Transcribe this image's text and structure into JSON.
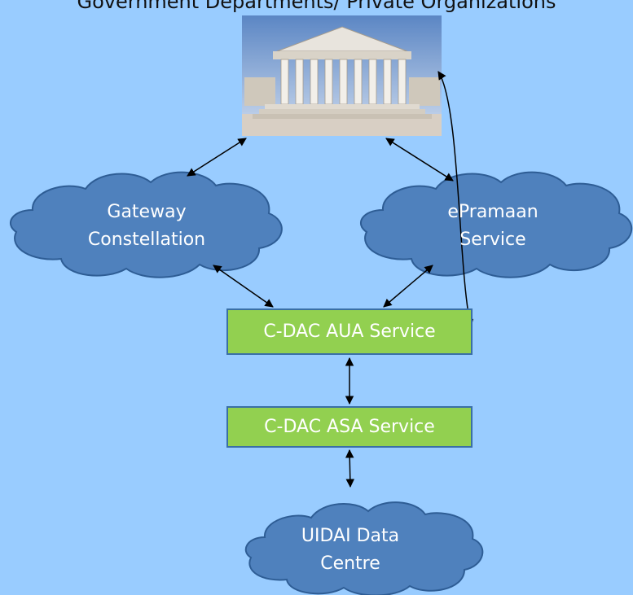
{
  "header": {
    "title": "Government Departments/ Private Organizations"
  },
  "nodes": {
    "gateway": {
      "line1": "Gateway",
      "line2": "Constellation"
    },
    "epramaan": {
      "line1": "ePramaan",
      "line2": "Service"
    },
    "aua": {
      "label": "C-DAC AUA Service"
    },
    "asa": {
      "label": "C-DAC ASA Service"
    },
    "uidai": {
      "line1": "UIDAI Data",
      "line2": "Centre"
    }
  },
  "image": {
    "description": "building-icon"
  },
  "colors": {
    "background": "#99ccff",
    "cloud_fill": "#4f81bd",
    "cloud_stroke": "#2e5d95",
    "box_fill": "#92d050",
    "box_border": "#3a6fa6"
  }
}
